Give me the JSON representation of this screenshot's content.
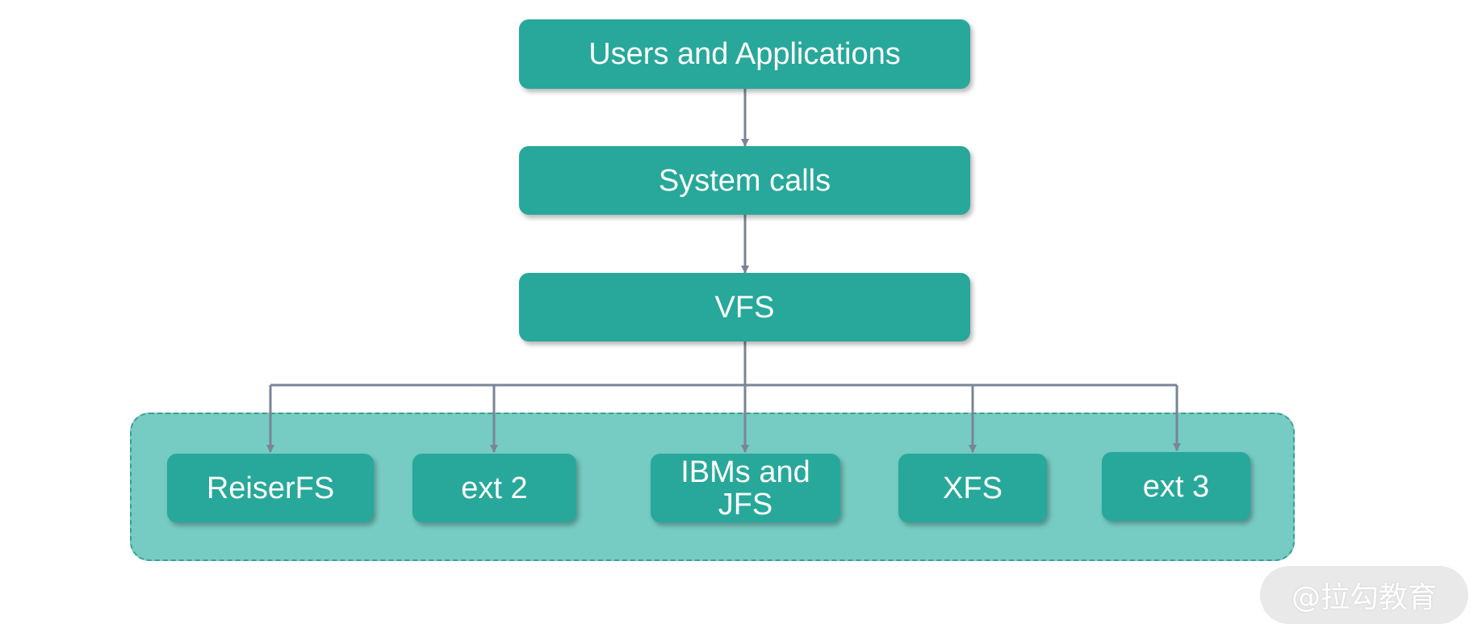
{
  "diagram": {
    "top_boxes": {
      "users": "Users and Applications",
      "syscalls": "System calls",
      "vfs": "VFS"
    },
    "filesystems": [
      "ReiserFS",
      "ext 2",
      "IBMs and\nJFS",
      "XFS",
      "ext 3"
    ]
  },
  "colors": {
    "box": "#27a89a",
    "group_fill": "#76cbc2",
    "group_border": "#3e9e92",
    "connector": "#7b8497"
  },
  "watermark": "@拉勾教育"
}
